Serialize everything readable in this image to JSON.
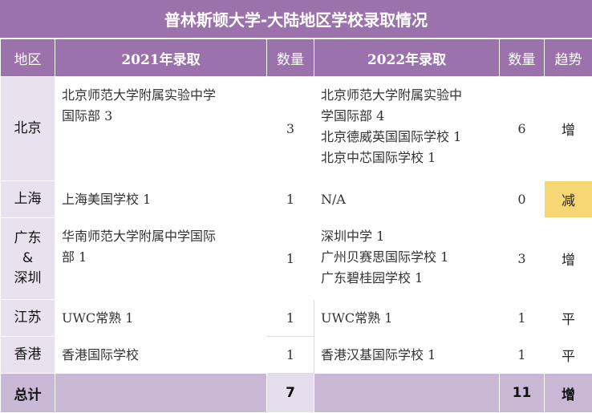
{
  "title": "普林斯顿大学-大陆地区学校录取情况",
  "headers": {
    "region": "地区",
    "y2021": "2021年录取",
    "count1": "数量",
    "y2022": "2022年录取",
    "count2": "数量",
    "trend": "趋势"
  },
  "rows": [
    {
      "region": [
        "北京"
      ],
      "schools2021": [
        "北京师范大学附属实验中学",
        "国际部 3"
      ],
      "count2021": "3",
      "schools2022": [
        "北京师范大学附属实验中",
        "学国际部 4",
        "北京德威英国国际学校 1",
        "北京中芯国际学校 1"
      ],
      "count2022": "6",
      "trend": "增"
    },
    {
      "region": [
        "上海"
      ],
      "schools2021": [
        "上海美国学校 1"
      ],
      "count2021": "1",
      "schools2022": [
        "N/A"
      ],
      "count2022": "0",
      "trend": "减"
    },
    {
      "region": [
        "广东",
        "&",
        "深圳"
      ],
      "schools2021": [
        "华南师范大学附属中学国际",
        "部 1"
      ],
      "count2021": "1",
      "schools2022": [
        "深圳中学 1",
        "广州贝赛思国际学校 1",
        "广东碧桂园学校 1"
      ],
      "count2022": "3",
      "trend": "增"
    },
    {
      "region": [
        "江苏"
      ],
      "schools2021": [
        "UWC常熟 1"
      ],
      "count2021": "1",
      "schools2022": [
        "UWC常熟 1"
      ],
      "count2022": "1",
      "trend": "平"
    },
    {
      "region": [
        "香港"
      ],
      "schools2021": [
        "香港国际学校"
      ],
      "count2021": "1",
      "schools2022": [
        "香港汉基国际学校 1"
      ],
      "count2022": "1",
      "trend": "平"
    }
  ],
  "total": {
    "label": "总计",
    "count2021": "7",
    "count2022": "11",
    "trend": "增"
  },
  "colors": {
    "header": "#9b72ab",
    "region_bg": "#e9e1ee",
    "total_bg": "#c9b7d6",
    "highlight": "#f7d774"
  }
}
